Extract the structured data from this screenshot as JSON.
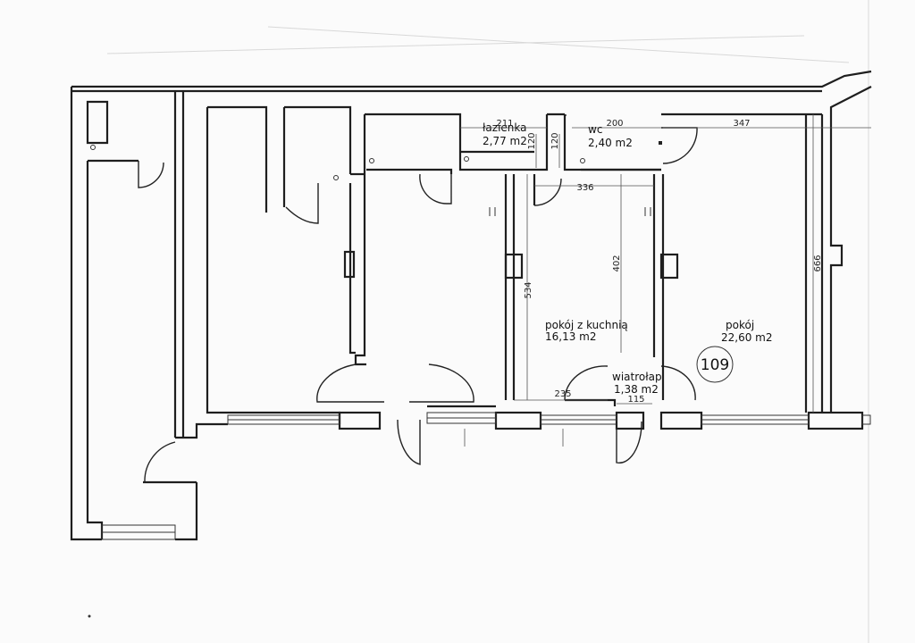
{
  "rooms": [
    {
      "name": "łazienka",
      "area": "2,77 m2"
    },
    {
      "name": "wc",
      "area": "2,40 m2"
    },
    {
      "name": "pokój z kuchnią",
      "area": "16,13 m2"
    },
    {
      "name": "pokój",
      "area": "22,60 m2"
    },
    {
      "name": "wiatrołap",
      "area": "1,38 m2"
    }
  ],
  "unit_number": "109",
  "dimensions": {
    "d211": "211",
    "d200": "200",
    "d347": "347",
    "d120a": "120",
    "d120b": "120",
    "d336": "336",
    "d534": "534",
    "d402": "402",
    "d666": "666",
    "d235": "235",
    "d115": "115"
  },
  "colors": {
    "line": "#1e1e1e",
    "paper": "#fbfbfb"
  }
}
